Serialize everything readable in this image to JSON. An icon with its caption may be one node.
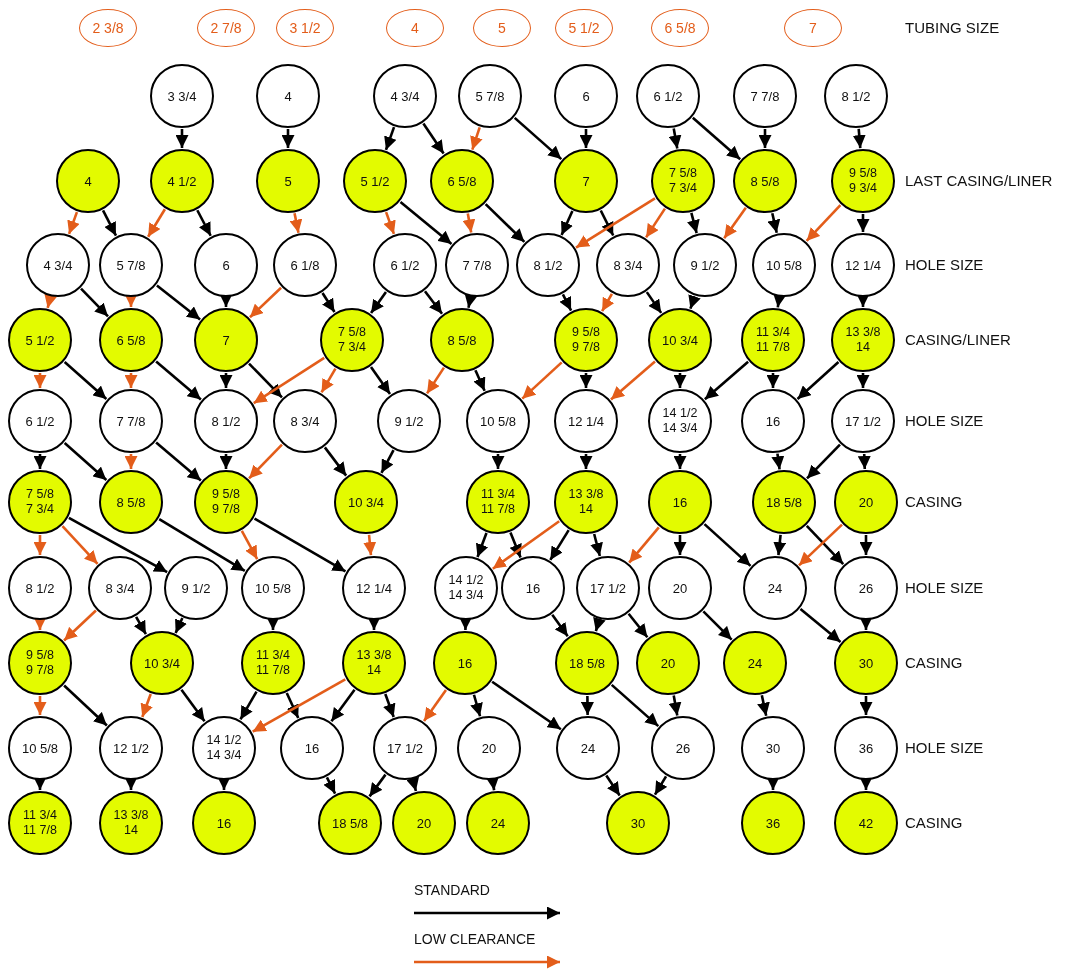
{
  "diagram": {
    "nodes": [
      {
        "text": [
          "2 3/8"
        ]
      },
      {
        "text": [
          "2 7/8"
        ]
      },
      {
        "text": [
          "3 1/2"
        ]
      },
      {
        "text": [
          "4"
        ]
      },
      {
        "text": [
          "5"
        ]
      },
      {
        "text": [
          "5 1/2"
        ]
      },
      {
        "text": [
          "6 5/8"
        ]
      },
      {
        "text": [
          "7"
        ]
      },
      {
        "text": [
          "3 3/4"
        ]
      },
      {
        "text": [
          "4"
        ]
      },
      {
        "text": [
          "4 3/4"
        ]
      },
      {
        "text": [
          "5 7/8"
        ]
      },
      {
        "text": [
          "6"
        ]
      },
      {
        "text": [
          "6 1/2"
        ]
      },
      {
        "text": [
          "7 7/8"
        ]
      },
      {
        "text": [
          "8 1/2"
        ]
      },
      {
        "text": [
          "4"
        ]
      },
      {
        "text": [
          "4 1/2"
        ]
      },
      {
        "text": [
          "5"
        ]
      },
      {
        "text": [
          "5 1/2"
        ]
      },
      {
        "text": [
          "6 5/8"
        ]
      },
      {
        "text": [
          "7"
        ]
      },
      {
        "text": [
          "7 5/8",
          "7 3/4"
        ]
      },
      {
        "text": [
          "8 5/8"
        ]
      },
      {
        "text": [
          "9 5/8",
          "9 3/4"
        ]
      },
      {
        "text": [
          "4 3/4"
        ]
      },
      {
        "text": [
          "5 7/8"
        ]
      },
      {
        "text": [
          "6"
        ]
      },
      {
        "text": [
          "6 1/8"
        ]
      },
      {
        "text": [
          "6 1/2"
        ]
      },
      {
        "text": [
          "7 7/8"
        ]
      },
      {
        "text": [
          "8 1/2"
        ]
      },
      {
        "text": [
          "8 3/4"
        ]
      },
      {
        "text": [
          "9 1/2"
        ]
      },
      {
        "text": [
          "10 5/8"
        ]
      },
      {
        "text": [
          "12 1/4"
        ]
      },
      {
        "text": [
          "5 1/2"
        ]
      },
      {
        "text": [
          "6 5/8"
        ]
      },
      {
        "text": [
          "7"
        ]
      },
      {
        "text": [
          "7 5/8",
          "7 3/4"
        ]
      },
      {
        "text": [
          "8 5/8"
        ]
      },
      {
        "text": [
          "9 5/8",
          "9 7/8"
        ]
      },
      {
        "text": [
          "10 3/4"
        ]
      },
      {
        "text": [
          "11 3/4",
          "11 7/8"
        ]
      },
      {
        "text": [
          "13 3/8",
          "14"
        ]
      },
      {
        "text": [
          "6 1/2"
        ]
      },
      {
        "text": [
          "7 7/8"
        ]
      },
      {
        "text": [
          "8 1/2"
        ]
      },
      {
        "text": [
          "8 3/4"
        ]
      },
      {
        "text": [
          "9 1/2"
        ]
      },
      {
        "text": [
          "10 5/8"
        ]
      },
      {
        "text": [
          "12 1/4"
        ]
      },
      {
        "text": [
          "14 1/2",
          "14 3/4"
        ]
      },
      {
        "text": [
          "16"
        ]
      },
      {
        "text": [
          "17 1/2"
        ]
      },
      {
        "text": [
          "7 5/8",
          "7 3/4"
        ]
      },
      {
        "text": [
          "8 5/8"
        ]
      },
      {
        "text": [
          "9 5/8",
          "9 7/8"
        ]
      },
      {
        "text": [
          "10 3/4"
        ]
      },
      {
        "text": [
          "11 3/4",
          "11 7/8"
        ]
      },
      {
        "text": [
          "13 3/8",
          "14"
        ]
      },
      {
        "text": [
          "16"
        ]
      },
      {
        "text": [
          "18 5/8"
        ]
      },
      {
        "text": [
          "20"
        ]
      },
      {
        "text": [
          "8 1/2"
        ]
      },
      {
        "text": [
          "8 3/4"
        ]
      },
      {
        "text": [
          "9 1/2"
        ]
      },
      {
        "text": [
          "10 5/8"
        ]
      },
      {
        "text": [
          "12 1/4"
        ]
      },
      {
        "text": [
          "14 1/2",
          "14 3/4"
        ]
      },
      {
        "text": [
          "16"
        ]
      },
      {
        "text": [
          "17 1/2"
        ]
      },
      {
        "text": [
          "20"
        ]
      },
      {
        "text": [
          "24"
        ]
      },
      {
        "text": [
          "26"
        ]
      },
      {
        "text": [
          "9 5/8",
          "9 7/8"
        ]
      },
      {
        "text": [
          "10 3/4"
        ]
      },
      {
        "text": [
          "11 3/4",
          "11 7/8"
        ]
      },
      {
        "text": [
          "13 3/8",
          "14"
        ]
      },
      {
        "text": [
          "16"
        ]
      },
      {
        "text": [
          "18 5/8"
        ]
      },
      {
        "text": [
          "20"
        ]
      },
      {
        "text": [
          "24"
        ]
      },
      {
        "text": [
          "30"
        ]
      },
      {
        "text": [
          "10 5/8"
        ]
      },
      {
        "text": [
          "12 1/2"
        ]
      },
      {
        "text": [
          "14 1/2",
          "14 3/4"
        ]
      },
      {
        "text": [
          "16"
        ]
      },
      {
        "text": [
          "17 1/2"
        ]
      },
      {
        "text": [
          "20"
        ]
      },
      {
        "text": [
          "24"
        ]
      },
      {
        "text": [
          "26"
        ]
      },
      {
        "text": [
          "30"
        ]
      },
      {
        "text": [
          "36"
        ]
      },
      {
        "text": [
          "11 3/4",
          "11 7/8"
        ]
      },
      {
        "text": [
          "13 3/8",
          "14"
        ]
      },
      {
        "text": [
          "16"
        ]
      },
      {
        "text": [
          "18 5/8"
        ]
      },
      {
        "text": [
          "20"
        ]
      },
      {
        "text": [
          "24"
        ]
      },
      {
        "text": [
          "30"
        ]
      },
      {
        "text": [
          "36"
        ]
      },
      {
        "text": [
          "42"
        ]
      }
    ],
    "edges": [
      {
        "from": 8,
        "to": 17,
        "arrow": "to"
      },
      {
        "from": 9,
        "to": 18,
        "arrow": "to"
      },
      {
        "from": 10,
        "to": 19,
        "arrow": "to"
      },
      {
        "from": 10,
        "to": 20,
        "arrow": "to"
      },
      {
        "from": 11,
        "to": 20,
        "arrow": "to",
        "color": "#e35d1a"
      },
      {
        "from": 11,
        "to": 21,
        "arrow": "to"
      },
      {
        "from": 12,
        "to": 21,
        "arrow": "to"
      },
      {
        "from": 13,
        "to": 22,
        "arrow": "to"
      },
      {
        "from": 13,
        "to": 23,
        "arrow": "to"
      },
      {
        "from": 14,
        "to": 23,
        "arrow": "to"
      },
      {
        "from": 15,
        "to": 24,
        "arrow": "to"
      },
      {
        "from": 16,
        "to": 25,
        "arrow": "to",
        "color": "#e35d1a"
      },
      {
        "from": 16,
        "to": 26,
        "arrow": "to"
      },
      {
        "from": 17,
        "to": 26,
        "arrow": "to",
        "color": "#e35d1a"
      },
      {
        "from": 17,
        "to": 27,
        "arrow": "to"
      },
      {
        "from": 18,
        "to": 28,
        "arrow": "to",
        "color": "#e35d1a"
      },
      {
        "from": 19,
        "to": 29,
        "arrow": "to",
        "color": "#e35d1a"
      },
      {
        "from": 19,
        "to": 30,
        "arrow": "to"
      },
      {
        "from": 20,
        "to": 30,
        "arrow": "to",
        "color": "#e35d1a"
      },
      {
        "from": 20,
        "to": 31,
        "arrow": "to"
      },
      {
        "from": 21,
        "to": 31,
        "arrow": "to"
      },
      {
        "from": 21,
        "to": 32,
        "arrow": "to"
      },
      {
        "from": 22,
        "to": 31,
        "arrow": "to",
        "color": "#e35d1a"
      },
      {
        "from": 22,
        "to": 32,
        "arrow": "to",
        "color": "#e35d1a"
      },
      {
        "from": 22,
        "to": 33,
        "arrow": "to"
      },
      {
        "from": 23,
        "to": 33,
        "arrow": "to",
        "color": "#e35d1a"
      },
      {
        "from": 23,
        "to": 34,
        "arrow": "to"
      },
      {
        "from": 24,
        "to": 34,
        "arrow": "to",
        "color": "#e35d1a"
      },
      {
        "from": 24,
        "to": 35,
        "arrow": "to"
      },
      {
        "from": 25,
        "to": 36,
        "arrow": "to",
        "color": "#e35d1a"
      },
      {
        "from": 25,
        "to": 37,
        "arrow": "to"
      },
      {
        "from": 26,
        "to": 37,
        "arrow": "to",
        "color": "#e35d1a"
      },
      {
        "from": 26,
        "to": 38,
        "arrow": "to"
      },
      {
        "from": 27,
        "to": 38,
        "arrow": "to"
      },
      {
        "from": 28,
        "to": 38,
        "arrow": "to",
        "color": "#e35d1a"
      },
      {
        "from": 28,
        "to": 39,
        "arrow": "to"
      },
      {
        "from": 29,
        "to": 39,
        "arrow": "to"
      },
      {
        "from": 29,
        "to": 40,
        "arrow": "to"
      },
      {
        "from": 30,
        "to": 40,
        "arrow": "to"
      },
      {
        "from": 31,
        "to": 41,
        "arrow": "to"
      },
      {
        "from": 32,
        "to": 41,
        "arrow": "to",
        "color": "#e35d1a"
      },
      {
        "from": 32,
        "to": 42,
        "arrow": "to"
      },
      {
        "from": 33,
        "to": 42,
        "arrow": "to"
      },
      {
        "from": 34,
        "to": 43,
        "arrow": "to"
      },
      {
        "from": 35,
        "to": 44,
        "arrow": "to"
      },
      {
        "from": 36,
        "to": 45,
        "arrow": "to",
        "color": "#e35d1a"
      },
      {
        "from": 36,
        "to": 46,
        "arrow": "to"
      },
      {
        "from": 37,
        "to": 46,
        "arrow": "to",
        "color": "#e35d1a"
      },
      {
        "from": 37,
        "to": 47,
        "arrow": "to"
      },
      {
        "from": 38,
        "to": 47,
        "arrow": "to"
      },
      {
        "from": 38,
        "to": 48,
        "arrow": "to"
      },
      {
        "from": 39,
        "to": 47,
        "arrow": "to",
        "color": "#e35d1a"
      },
      {
        "from": 39,
        "to": 48,
        "arrow": "to",
        "color": "#e35d1a"
      },
      {
        "from": 39,
        "to": 49,
        "arrow": "to"
      },
      {
        "from": 40,
        "to": 49,
        "arrow": "to",
        "color": "#e35d1a"
      },
      {
        "from": 40,
        "to": 50,
        "arrow": "to"
      },
      {
        "from": 41,
        "to": 50,
        "arrow": "to",
        "color": "#e35d1a"
      },
      {
        "from": 41,
        "to": 51,
        "arrow": "to"
      },
      {
        "from": 42,
        "to": 51,
        "arrow": "to",
        "color": "#e35d1a"
      },
      {
        "from": 42,
        "to": 52,
        "arrow": "to"
      },
      {
        "from": 43,
        "to": 52,
        "arrow": "to"
      },
      {
        "from": 43,
        "to": 53,
        "arrow": "to"
      },
      {
        "from": 44,
        "to": 53,
        "arrow": "to"
      },
      {
        "from": 44,
        "to": 54,
        "arrow": "to"
      },
      {
        "from": 45,
        "to": 55,
        "arrow": "to"
      },
      {
        "from": 45,
        "to": 56,
        "arrow": "to"
      },
      {
        "from": 46,
        "to": 56,
        "arrow": "to",
        "color": "#e35d1a"
      },
      {
        "from": 46,
        "to": 57,
        "arrow": "to"
      },
      {
        "from": 47,
        "to": 57,
        "arrow": "to"
      },
      {
        "from": 48,
        "to": 57,
        "arrow": "to",
        "color": "#e35d1a"
      },
      {
        "from": 48,
        "to": 58,
        "arrow": "to"
      },
      {
        "from": 49,
        "to": 58,
        "arrow": "to"
      },
      {
        "from": 50,
        "to": 59,
        "arrow": "to"
      },
      {
        "from": 51,
        "to": 60,
        "arrow": "to"
      },
      {
        "from": 52,
        "to": 61,
        "arrow": "to"
      },
      {
        "from": 53,
        "to": 62,
        "arrow": "to"
      },
      {
        "from": 54,
        "to": 62,
        "arrow": "to"
      },
      {
        "from": 54,
        "to": 63,
        "arrow": "to"
      },
      {
        "from": 55,
        "to": 64,
        "arrow": "to",
        "color": "#e35d1a"
      },
      {
        "from": 55,
        "to": 65,
        "arrow": "to",
        "color": "#e35d1a"
      },
      {
        "from": 55,
        "to": 66,
        "arrow": "to"
      },
      {
        "from": 56,
        "to": 67,
        "arrow": "to"
      },
      {
        "from": 57,
        "to": 67,
        "arrow": "to",
        "color": "#e35d1a"
      },
      {
        "from": 57,
        "to": 68,
        "arrow": "to"
      },
      {
        "from": 58,
        "to": 68,
        "arrow": "to",
        "color": "#e35d1a"
      },
      {
        "from": 59,
        "to": 69,
        "arrow": "to"
      },
      {
        "from": 59,
        "to": 70,
        "arrow": "to"
      },
      {
        "from": 60,
        "to": 69,
        "arrow": "to",
        "color": "#e35d1a"
      },
      {
        "from": 60,
        "to": 70,
        "arrow": "to"
      },
      {
        "from": 60,
        "to": 71,
        "arrow": "to"
      },
      {
        "from": 61,
        "to": 71,
        "arrow": "to",
        "color": "#e35d1a"
      },
      {
        "from": 61,
        "to": 72,
        "arrow": "to"
      },
      {
        "from": 61,
        "to": 73,
        "arrow": "to"
      },
      {
        "from": 62,
        "to": 73,
        "arrow": "to"
      },
      {
        "from": 62,
        "to": 74,
        "arrow": "to"
      },
      {
        "from": 63,
        "to": 73,
        "arrow": "to",
        "color": "#e35d1a"
      },
      {
        "from": 63,
        "to": 74,
        "arrow": "to"
      },
      {
        "from": 64,
        "to": 75,
        "arrow": "to",
        "color": "#e35d1a"
      },
      {
        "from": 65,
        "to": 75,
        "arrow": "to",
        "color": "#e35d1a"
      },
      {
        "from": 65,
        "to": 76,
        "arrow": "to"
      },
      {
        "from": 66,
        "to": 76,
        "arrow": "to"
      },
      {
        "from": 67,
        "to": 77,
        "arrow": "to"
      },
      {
        "from": 68,
        "to": 78,
        "arrow": "to"
      },
      {
        "from": 69,
        "to": 79,
        "arrow": "to"
      },
      {
        "from": 70,
        "to": 80,
        "arrow": "to"
      },
      {
        "from": 71,
        "to": 80,
        "arrow": "to"
      },
      {
        "from": 71,
        "to": 81,
        "arrow": "to"
      },
      {
        "from": 72,
        "to": 82,
        "arrow": "to"
      },
      {
        "from": 73,
        "to": 83,
        "arrow": "to"
      },
      {
        "from": 74,
        "to": 83,
        "arrow": "to"
      },
      {
        "from": 75,
        "to": 84,
        "arrow": "to",
        "color": "#e35d1a"
      },
      {
        "from": 75,
        "to": 85,
        "arrow": "to"
      },
      {
        "from": 76,
        "to": 85,
        "arrow": "to",
        "color": "#e35d1a"
      },
      {
        "from": 76,
        "to": 86,
        "arrow": "to"
      },
      {
        "from": 77,
        "to": 86,
        "arrow": "to"
      },
      {
        "from": 77,
        "to": 87,
        "arrow": "to"
      },
      {
        "from": 78,
        "to": 86,
        "arrow": "to",
        "color": "#e35d1a"
      },
      {
        "from": 78,
        "to": 87,
        "arrow": "to"
      },
      {
        "from": 78,
        "to": 88,
        "arrow": "to"
      },
      {
        "from": 79,
        "to": 88,
        "arrow": "to",
        "color": "#e35d1a"
      },
      {
        "from": 79,
        "to": 89,
        "arrow": "to"
      },
      {
        "from": 79,
        "to": 90,
        "arrow": "to"
      },
      {
        "from": 80,
        "to": 90,
        "arrow": "to"
      },
      {
        "from": 80,
        "to": 91,
        "arrow": "to"
      },
      {
        "from": 81,
        "to": 91,
        "arrow": "to"
      },
      {
        "from": 82,
        "to": 92,
        "arrow": "to"
      },
      {
        "from": 83,
        "to": 93,
        "arrow": "to"
      },
      {
        "from": 84,
        "to": 94,
        "arrow": "to"
      },
      {
        "from": 85,
        "to": 95,
        "arrow": "to"
      },
      {
        "from": 86,
        "to": 96,
        "arrow": "to"
      },
      {
        "from": 87,
        "to": 97,
        "arrow": "to"
      },
      {
        "from": 88,
        "to": 97,
        "arrow": "to"
      },
      {
        "from": 88,
        "to": 98,
        "arrow": "to"
      },
      {
        "from": 89,
        "to": 99,
        "arrow": "to"
      },
      {
        "from": 90,
        "to": 100,
        "arrow": "to"
      },
      {
        "from": 91,
        "to": 100,
        "arrow": "to"
      },
      {
        "from": 92,
        "to": 101,
        "arrow": "to"
      },
      {
        "from": 93,
        "to": 102,
        "arrow": "to"
      }
    ],
    "labels": [
      "TUBING SIZE",
      "LAST CASING/LINER",
      "HOLE SIZE",
      "CASING/LINER",
      "HOLE SIZE",
      "CASING",
      "HOLE SIZE",
      "CASING",
      "HOLE SIZE",
      "CASING"
    ],
    "legend": [
      {
        "text": "STANDARD"
      },
      {
        "text": "LOW CLEARANCE"
      }
    ]
  }
}
